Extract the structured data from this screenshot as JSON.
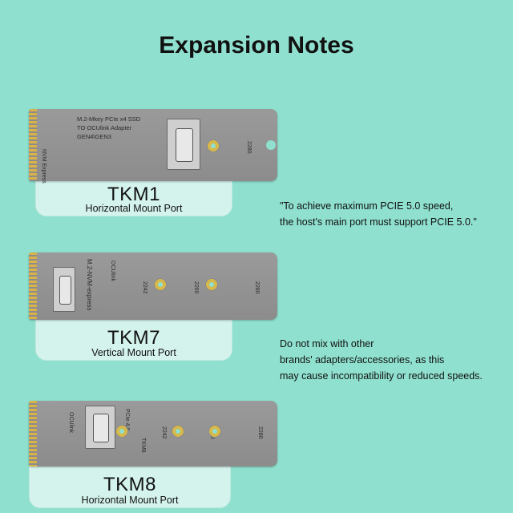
{
  "title": "Expansion Notes",
  "products": [
    {
      "name": "TKM1",
      "port": "Horizontal Mount Port",
      "silk": [
        "M.2-Mkey PCIe x4 SSD",
        "TO OCUlink Adapter",
        "GEN4\\GEN3",
        "NVM Express",
        "2280"
      ]
    },
    {
      "name": "TKM7",
      "port": "Vertical Mount Port",
      "silk": [
        "M.2-NVM-express",
        "OCUlink",
        "2242",
        "2260",
        "2280"
      ]
    },
    {
      "name": "TKM8",
      "port": "Horizontal Mount Port",
      "silk": [
        "OCUlink",
        "PCIe 4.0",
        "2242",
        "2260",
        "2280",
        "TKM8"
      ]
    }
  ],
  "notes": {
    "note1_lines": [
      "\"To achieve maximum PCIE 5.0 speed,",
      "the host's main port must support PCIE 5.0.\""
    ],
    "note2_lines": [
      "Do not mix with other",
      "brands' adapters/accessories, as this",
      "may cause incompatibility or reduced speeds."
    ]
  }
}
